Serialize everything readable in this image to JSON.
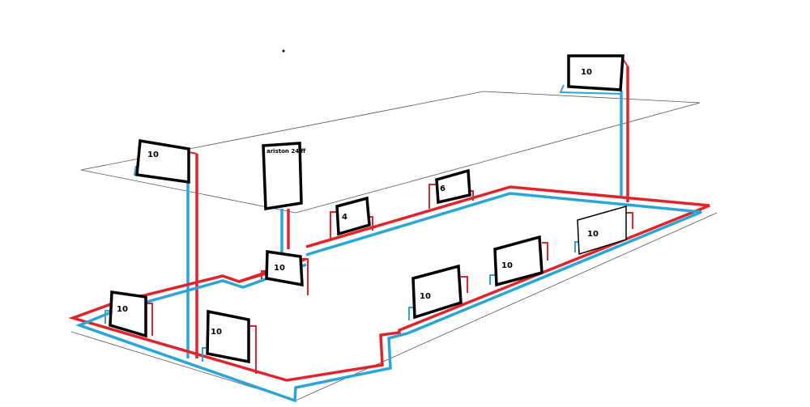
{
  "colors": {
    "flow": "#e0242a",
    "return": "#2aa6d6",
    "outline": "#000000",
    "floor_lines": "#555555"
  },
  "boiler": {
    "label": "ariston 24 ff"
  },
  "radiators": {
    "upper_left": "10",
    "upper_right": "10",
    "mid_small": "4",
    "mid_six": "6",
    "boiler_below": "10",
    "front_left": "10",
    "front_left_inner": "10",
    "front_center": "10",
    "front_right": "10",
    "front_far_right": "10"
  }
}
